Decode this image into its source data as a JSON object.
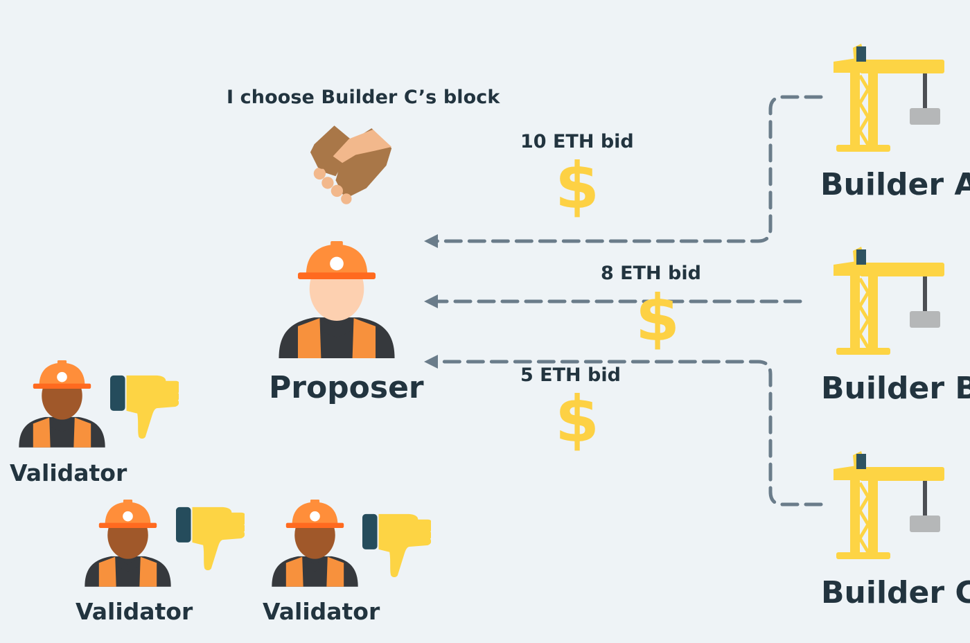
{
  "heading": "I choose Builder C’s block",
  "proposer": {
    "label": "Proposer"
  },
  "bids": [
    {
      "label": "10 ETH bid",
      "symbol": "$"
    },
    {
      "label": "8 ETH bid",
      "symbol": "$"
    },
    {
      "label": "5 ETH bid",
      "symbol": "$"
    }
  ],
  "builders": [
    {
      "label": "Builder A"
    },
    {
      "label": "Builder B"
    },
    {
      "label": "Builder C"
    }
  ],
  "validators": [
    {
      "label": "Validator"
    },
    {
      "label": "Validator"
    },
    {
      "label": "Validator"
    }
  ],
  "colors": {
    "background": "#eef3f6",
    "text": "#22343f",
    "arrow": "#6a7c8a",
    "accent_yellow": "#fdd144",
    "helmet_orange": "#ff8e3a",
    "vest_orange": "#f7913d"
  }
}
